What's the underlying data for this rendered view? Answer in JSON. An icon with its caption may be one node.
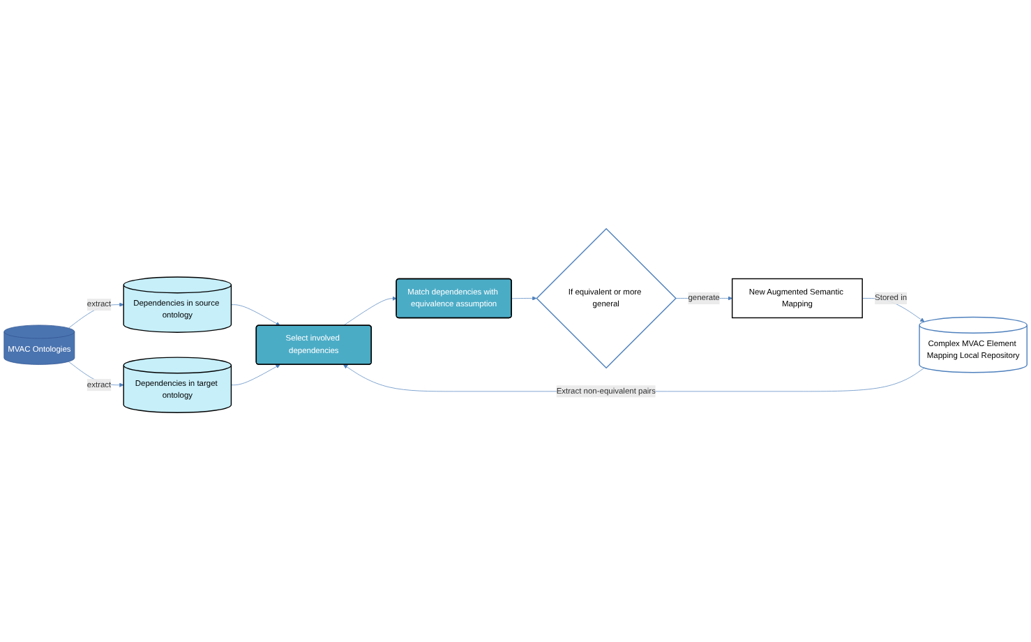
{
  "diagram": {
    "nodes": [
      {
        "text": [
          "MVAC Ontologies"
        ]
      },
      {
        "text": [
          "Dependencies in source ontology"
        ]
      },
      {
        "text": [
          "Dependencies in target ontology"
        ]
      },
      {
        "text": [
          "Select involved dependencies"
        ]
      },
      {
        "text": [
          "Match dependencies with equivalence assumption"
        ]
      },
      {
        "text": [
          "If equivalent or more general"
        ]
      },
      {
        "text": [
          "Complex MVAC Element Mapping Local Repository"
        ]
      },
      {
        "text": [
          "New Augmented Semantic Mapping"
        ]
      }
    ],
    "edges": [
      {
        "from": 0,
        "to": 1,
        "label": "extract",
        "arrow": "to"
      },
      {
        "from": 0,
        "to": 2,
        "label": "extract",
        "arrow": "to"
      },
      {
        "from": 1,
        "to": 3,
        "arrow": "to"
      },
      {
        "from": 2,
        "to": 3,
        "arrow": "to"
      },
      {
        "from": 3,
        "to": 4,
        "arrow": "to"
      },
      {
        "from": 4,
        "to": 5,
        "arrow": "to"
      },
      {
        "from": 5,
        "to": 7,
        "label": "generate",
        "arrow": "to"
      },
      {
        "from": 7,
        "to": 6,
        "label": "Stored in",
        "arrow": "to"
      },
      {
        "from": 6,
        "to": 3,
        "label": "Extract non-equivalent pairs",
        "arrow": "to"
      }
    ]
  }
}
